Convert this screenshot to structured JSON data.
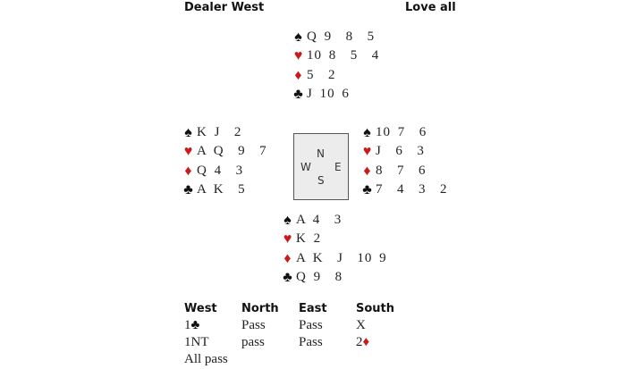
{
  "header": {
    "dealer": "Dealer West",
    "vulnerability": "Love all"
  },
  "suit_symbols": {
    "spade": "♠",
    "heart": "♥",
    "diamond": "♦",
    "club": "♣"
  },
  "hands": {
    "north": {
      "spades": "Q 9  8  5",
      "hearts": "10 8  5  4",
      "diamonds": "5  2",
      "clubs": "J 10 6"
    },
    "west": {
      "spades": "K J  2",
      "hearts": "A Q  9  7",
      "diamonds": "Q 4  3",
      "clubs": "A K  5"
    },
    "east": {
      "spades": "10 7  6",
      "hearts": "J  6  3",
      "diamonds": "8  7  6",
      "clubs": "7  4  3  2"
    },
    "south": {
      "spades": "A 4  3",
      "hearts": "K 2",
      "diamonds": "A K  J  10 9",
      "clubs": "Q 9  8"
    }
  },
  "compass": {
    "n": "N",
    "e": "E",
    "s": "S",
    "w": "W"
  },
  "bidding": {
    "headers": [
      "West",
      "North",
      "East",
      "South"
    ],
    "west": [
      {
        "text": "1",
        "suit": "♣"
      },
      {
        "text": "1NT"
      },
      {
        "text": "All pass"
      }
    ],
    "north": [
      {
        "text": "Pass"
      },
      {
        "text": "pass"
      }
    ],
    "east": [
      {
        "text": "Pass"
      },
      {
        "text": "Pass"
      }
    ],
    "south": [
      {
        "text": "X"
      },
      {
        "text": "2",
        "suit": "♦"
      }
    ]
  },
  "colors": {
    "red_suit": "#cc1a1a",
    "black_suit": "#111111",
    "compass_fill": "#ececec"
  }
}
